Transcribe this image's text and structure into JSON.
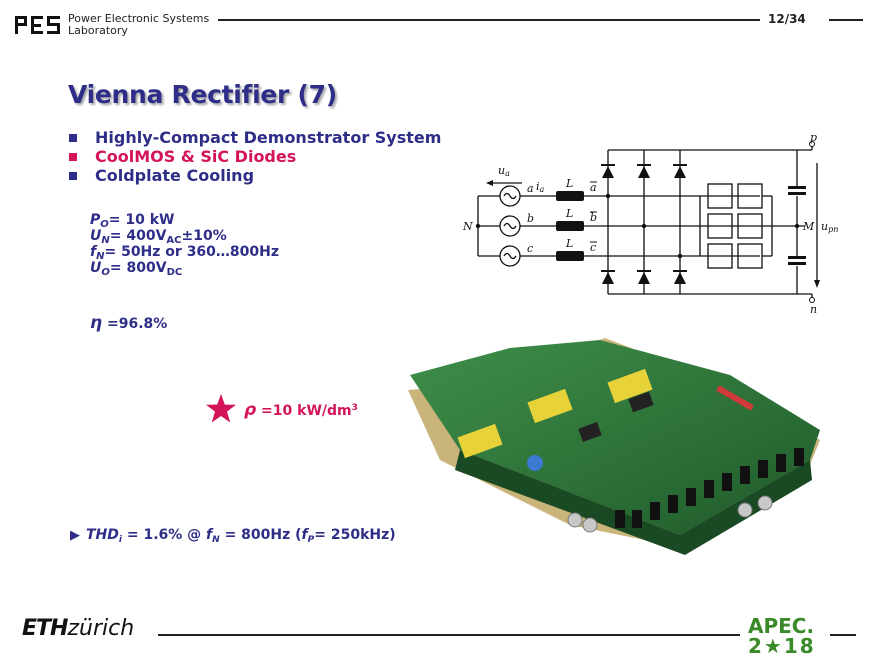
{
  "header": {
    "lab_line1": "Power Electronic Systems",
    "lab_line2": "Laboratory",
    "page": "12/34"
  },
  "title": "Vienna Rectifier (7)",
  "bullets": [
    {
      "text": "Highly-Compact Demonstrator System",
      "color": "#2e2e88"
    },
    {
      "text": "CoolMOS & SiC Diodes",
      "color": "#d4145a"
    },
    {
      "text": "Coldplate Cooling",
      "color": "#2e2e88"
    }
  ],
  "specs": {
    "po_sym": "P",
    "po_sub": "O",
    "po_val": "= 10 kW",
    "un_sym": "U",
    "un_sub": "N",
    "un_val1": "= 400V",
    "un_sub2": "AC",
    "un_val2": "±10%",
    "fn_sym": "f",
    "fn_sub": "N",
    "fn_val": "= 50Hz or 360…800Hz",
    "uo_sym": "U",
    "uo_sub": "O",
    "uo_val1": "= 800V",
    "uo_sub2": "DC"
  },
  "eta": {
    "sym": "η",
    "val": "=96.8%"
  },
  "rho": {
    "sym": "ρ",
    "val": "=10 kW/dm",
    "exp": "3"
  },
  "thd": {
    "sym": "THD",
    "sub": "i",
    "val": "= 1.6% @",
    "fn_sym": "f",
    "fn_sub": "N",
    "fn_val": "= 800Hz (",
    "fp_sym": "f",
    "fp_sub": "P",
    "fp_val": "= 250kHz)"
  },
  "circuit": {
    "ua": "u",
    "ua_sub": "a",
    "ia": "i",
    "ia_sub": "a",
    "L": "L",
    "a": "a",
    "b": "b",
    "c": "c",
    "abar": "a",
    "bbar": "b",
    "cbar": "c",
    "N": "N",
    "M": "M",
    "p": "p",
    "n": "n",
    "upn": "u",
    "upn_sub": "pn"
  },
  "footer": {
    "eth_bold": "ETH",
    "eth_light": "zürich",
    "apec_line1": "APEC.",
    "apec_line2": "2★18"
  },
  "colors": {
    "navy": "#2e2e88",
    "magenta": "#d4145a",
    "apec_green": "#3a8a2a"
  }
}
